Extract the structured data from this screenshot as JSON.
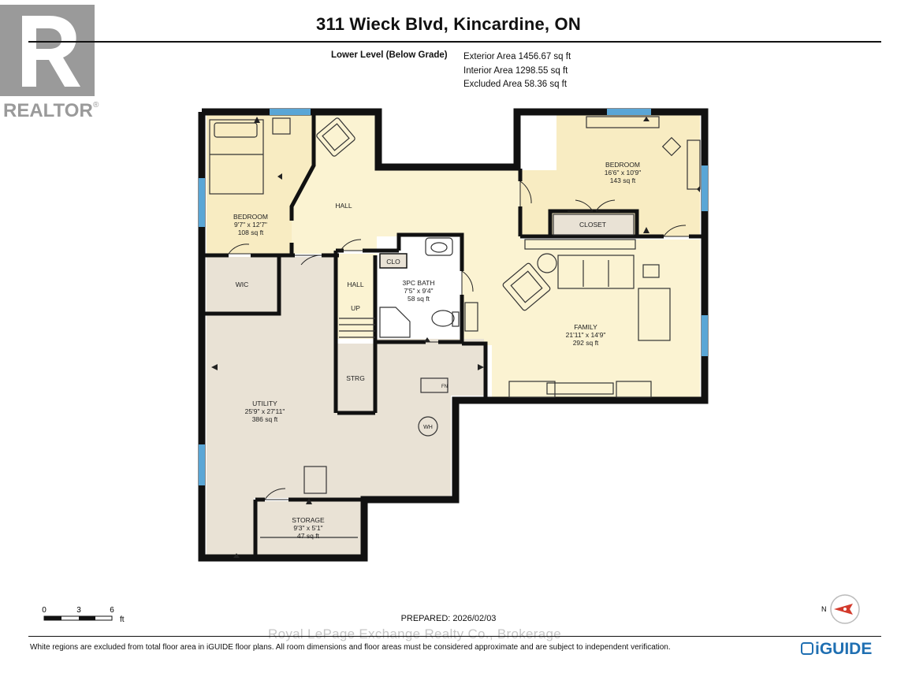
{
  "header": {
    "title": "311 Wieck Blvd, Kincardine, ON",
    "level_label": "Lower Level (Below Grade)",
    "exterior_area": "Exterior Area 1456.67 sq ft",
    "interior_area": "Interior Area 1298.55 sq ft",
    "excluded_area": "Excluded Area 58.36 sq ft"
  },
  "brand": {
    "realtor_logo_text": "REALTOR",
    "iguide_logo_text": "iGUIDE",
    "watermark": "Royal LePage Exchange Realty Co., Brokerage"
  },
  "rooms": {
    "bedroom_left": {
      "name": "BEDROOM",
      "dims": "9'7\" x 12'7\"",
      "area": "108 sq ft"
    },
    "hall_top": {
      "name": "HALL"
    },
    "bedroom_right": {
      "name": "BEDROOM",
      "dims": "16'6\" x 10'9\"",
      "area": "143 sq ft"
    },
    "closet": {
      "name": "CLOSET"
    },
    "wic": {
      "name": "WIC"
    },
    "hall_small": {
      "name": "HALL"
    },
    "up": {
      "name": "UP"
    },
    "clo": {
      "name": "CLO"
    },
    "bath": {
      "name": "3PC BATH",
      "dims": "7'5\" x 9'4\"",
      "area": "58 sq ft"
    },
    "family": {
      "name": "FAMILY",
      "dims": "21'11\" x 14'9\"",
      "area": "292 sq ft"
    },
    "strg": {
      "name": "STRG"
    },
    "utility": {
      "name": "UTILITY",
      "dims": "25'9\" x 27'11\"",
      "area": "386 sq ft"
    },
    "wh": {
      "name": "WH"
    },
    "fn": {
      "name": "FN"
    },
    "storage": {
      "name": "STORAGE",
      "dims": "9'3\" x 5'1\"",
      "area": "47 sq ft"
    }
  },
  "scale_bar": {
    "tick_0": "0",
    "tick_3": "3",
    "tick_6": "6",
    "unit": "ft"
  },
  "compass": {
    "label": "N"
  },
  "footer": {
    "prepared": "PREPARED: 2026/02/03",
    "disclaimer": "White regions are excluded from total floor area in iGUIDE floor plans. All room dimensions and floor areas must be considered approximate and are subject to independent verification."
  },
  "colors": {
    "wall": "#111111",
    "window": "#5aa6d6",
    "bedroom_fill": "#f8ecc2",
    "living_fill": "#fbf3d2",
    "utility_fill": "#e9e2d5",
    "brand_blue": "#1f6fb2",
    "compass_red": "#d33a2c"
  }
}
